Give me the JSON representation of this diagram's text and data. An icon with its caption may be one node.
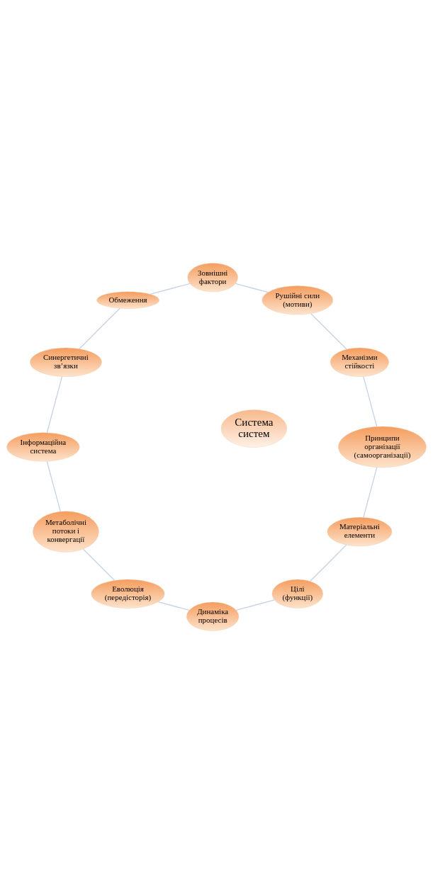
{
  "diagram": {
    "nodes": [
      {
        "text": [
          "Система систем"
        ]
      },
      {
        "text": [
          "Матеріальні елементи"
        ]
      },
      {
        "text": [
          "Цілі (функції)"
        ]
      },
      {
        "text": [
          "Динаміка процесів"
        ]
      },
      {
        "text": [
          "Еволюція (передісторія)"
        ]
      },
      {
        "text": [
          "Метаболічні потоки і конвергації"
        ]
      },
      {
        "text": [
          "Інформаційна система"
        ]
      },
      {
        "text": [
          "Синергетичні зв’язки"
        ]
      },
      {
        "text": [
          "Обмеження"
        ]
      },
      {
        "text": [
          "Зовнішні фактори"
        ]
      },
      {
        "text": [
          "Рушійні сили (мотиви)"
        ]
      },
      {
        "text": [
          "Механізми стійкості"
        ]
      },
      {
        "text": [
          "Принципи організації (самоорганізації)"
        ]
      }
    ],
    "edges": [
      {
        "from": 1,
        "to": 2,
        "arrow": "none"
      },
      {
        "from": 2,
        "to": 3,
        "arrow": "none"
      },
      {
        "from": 3,
        "to": 4,
        "arrow": "none"
      },
      {
        "from": 4,
        "to": 5,
        "arrow": "none"
      },
      {
        "from": 5,
        "to": 6,
        "arrow": "none"
      },
      {
        "from": 6,
        "to": 7,
        "arrow": "none"
      },
      {
        "from": 7,
        "to": 8,
        "arrow": "none"
      },
      {
        "from": 8,
        "to": 9,
        "arrow": "none"
      },
      {
        "from": 9,
        "to": 10,
        "arrow": "none"
      },
      {
        "from": 10,
        "to": 11,
        "arrow": "none"
      },
      {
        "from": 11,
        "to": 12,
        "arrow": "none"
      },
      {
        "from": 12,
        "to": 1,
        "arrow": "none"
      }
    ]
  }
}
